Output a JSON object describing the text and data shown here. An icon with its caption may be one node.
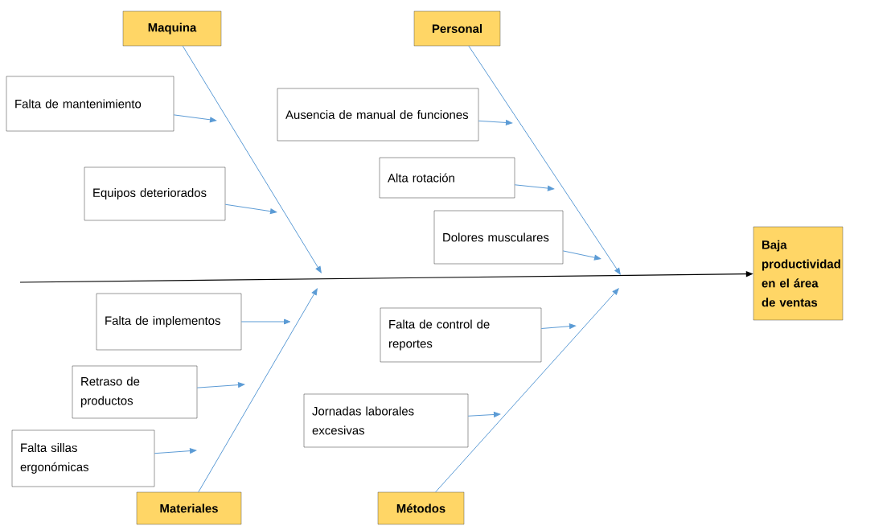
{
  "diagram": {
    "nodes": [
      {
        "text": [
          "Maquina"
        ]
      },
      {
        "text": [
          "Personal"
        ]
      },
      {
        "text": [
          "Falta de mantenimiento"
        ]
      },
      {
        "text": [
          "Ausencia de manual de funciones"
        ]
      },
      {
        "text": [
          "Equipos deteriorados"
        ]
      },
      {
        "text": [
          "Alta rotación"
        ]
      },
      {
        "text": [
          "Dolores musculares"
        ]
      },
      {
        "text": [
          "Baja productividad en el área de ventas"
        ]
      },
      {
        "text": [
          "Falta de implementos"
        ]
      },
      {
        "text": [
          "Falta de control de reportes"
        ]
      },
      {
        "text": [
          "Retraso de productos"
        ]
      },
      {
        "text": [
          "Jornadas laborales excesivas"
        ]
      },
      {
        "text": [
          "Falta sillas ergonómicas"
        ]
      },
      {
        "text": [
          "Materiales"
        ]
      },
      {
        "text": [
          "Métodos"
        ]
      }
    ],
    "edges": [
      {
        "from": null,
        "to": 7,
        "arrow": "to",
        "color": "#000000"
      },
      {
        "from": 0,
        "to": null,
        "arrow": "to"
      },
      {
        "from": 1,
        "to": null,
        "arrow": "to"
      },
      {
        "from": 13,
        "to": null,
        "arrow": "to"
      },
      {
        "from": 14,
        "to": null,
        "arrow": "to"
      },
      {
        "from": 2,
        "to": null,
        "arrow": "to"
      },
      {
        "from": 4,
        "to": null,
        "arrow": "to"
      },
      {
        "from": 3,
        "to": null,
        "arrow": "to"
      },
      {
        "from": 5,
        "to": null,
        "arrow": "to"
      },
      {
        "from": 6,
        "to": null,
        "arrow": "to"
      },
      {
        "from": 8,
        "to": null,
        "arrow": "to"
      },
      {
        "from": 10,
        "to": null,
        "arrow": "to"
      },
      {
        "from": 12,
        "to": null,
        "arrow": "to"
      },
      {
        "from": 9,
        "to": null,
        "arrow": "to"
      },
      {
        "from": 11,
        "to": null,
        "arrow": "to"
      }
    ]
  }
}
